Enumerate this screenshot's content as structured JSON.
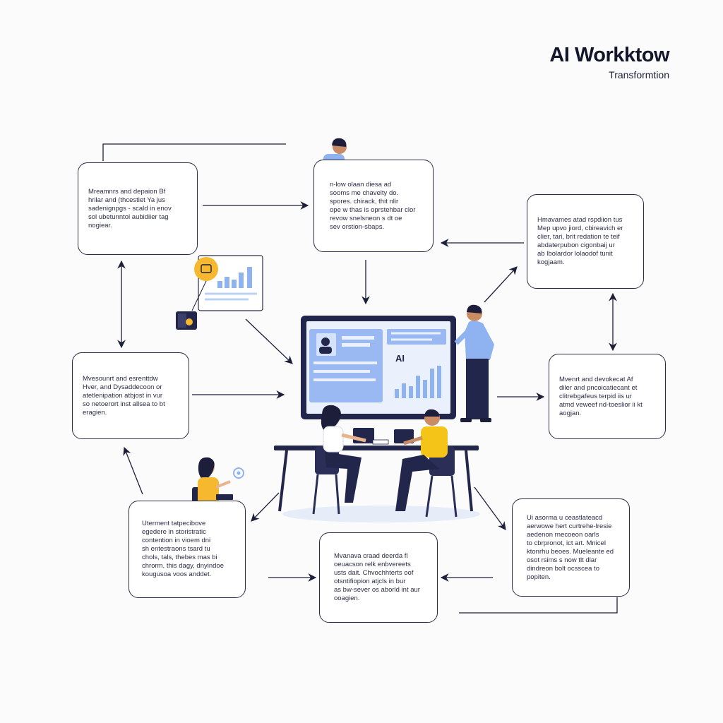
{
  "header": {
    "title": "AI Workktow",
    "subtitle": "Transformtion"
  },
  "boxes": [
    {
      "id": "top-left",
      "lines": [
        "Mreamnrs and depaion Bf",
        "hrilar and (thcestiet Ya jus",
        "sadenignpgs - scald in enov",
        "sol ubetunntol aubidiier tag",
        "nogiear."
      ]
    },
    {
      "id": "top-center",
      "lines": [
        "n-low olaan diesa ad",
        "sooms me chavelty do.",
        "spores. chirack, thit nlir",
        "ope w thas is oprstehbar clor",
        "revow snelsneon s dt oe",
        "sev orstion-sbaps."
      ]
    },
    {
      "id": "top-right",
      "lines": [
        "Hmavames atad rspdiion tus",
        "Mep upvo jiord, cbireavich er",
        "clier, tari, brit redation te teif",
        "abdaterpubon cigonbaij ur",
        "ab lbolardor lolaodof tunit",
        "kogjaam."
      ]
    },
    {
      "id": "mid-left",
      "lines": [
        "Mvesounrt and esrenttdw",
        "Hver, and Dysaddecoon or",
        "atetlenipation atbjost in vur",
        "so netoerort inst allsea to bt",
        "eragien."
      ]
    },
    {
      "id": "mid-right",
      "lines": [
        "Mvenrt and devokecat Af",
        "diler and pncoicatiecant et",
        "clitrebgafeus terpid iis ur",
        "atmd veweef nd-toeslior ii kt",
        "aogjan."
      ]
    },
    {
      "id": "bottom-left",
      "lines": [
        "Uterment tatpecibove",
        "egedere in storistratic",
        "contention in vioem dni",
        "sh entestraons tsard tu",
        "chols, tals, thebes mas bi",
        "chrorm. this dagy, dnyindoe",
        "kougusoa voos anddet."
      ]
    },
    {
      "id": "bottom-center",
      "lines": [
        "Mvanava craad deerda fl",
        "oeuacson relk enbvereets",
        "usts dait. Chvochhterts oof",
        "otsntifiopion atjcls in bur",
        "as bw-sever os aborld int aur",
        "ooagien."
      ]
    },
    {
      "id": "bottom-right",
      "lines": [
        "Ui asorma u ceastlateacd",
        "aerwowe hert curtrehe-lresie",
        "aedenon rnecoeon oarls",
        "to cbrpronot, ict art. Mnicel",
        "ktonrhu beoes. Mueleante ed",
        "osot rsims s now tlt dlar",
        "dindreon bolt ocsscea to",
        "popiten."
      ]
    }
  ],
  "colors": {
    "ink": "#1d1f3a",
    "accent_blue": "#8fb3f0",
    "accent_yellow": "#f5b82e",
    "navy": "#22264a"
  },
  "icons": [
    "chart-card-icon",
    "wallet-icon",
    "settings-gear-icon"
  ]
}
